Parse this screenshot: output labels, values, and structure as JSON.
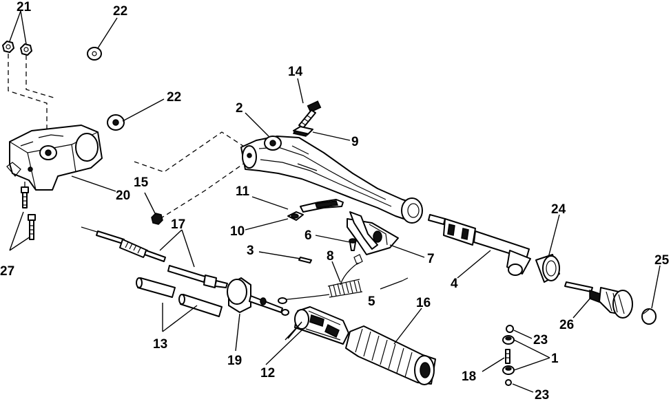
{
  "callouts": {
    "c1": "1",
    "c2": "2",
    "c3": "3",
    "c4": "4",
    "c5": "5",
    "c6": "6",
    "c7": "7",
    "c8": "8",
    "c9": "9",
    "c10": "10",
    "c11": "11",
    "c12": "12",
    "c13": "13",
    "c14": "14",
    "c15": "15",
    "c16": "16",
    "c17": "17",
    "c18": "18",
    "c19": "19",
    "c20": "20",
    "c21": "21",
    "c22a": "22",
    "c22b": "22",
    "c23a": "23",
    "c23b": "23",
    "c24": "24",
    "c25": "25",
    "c26": "26",
    "c27": "27"
  }
}
